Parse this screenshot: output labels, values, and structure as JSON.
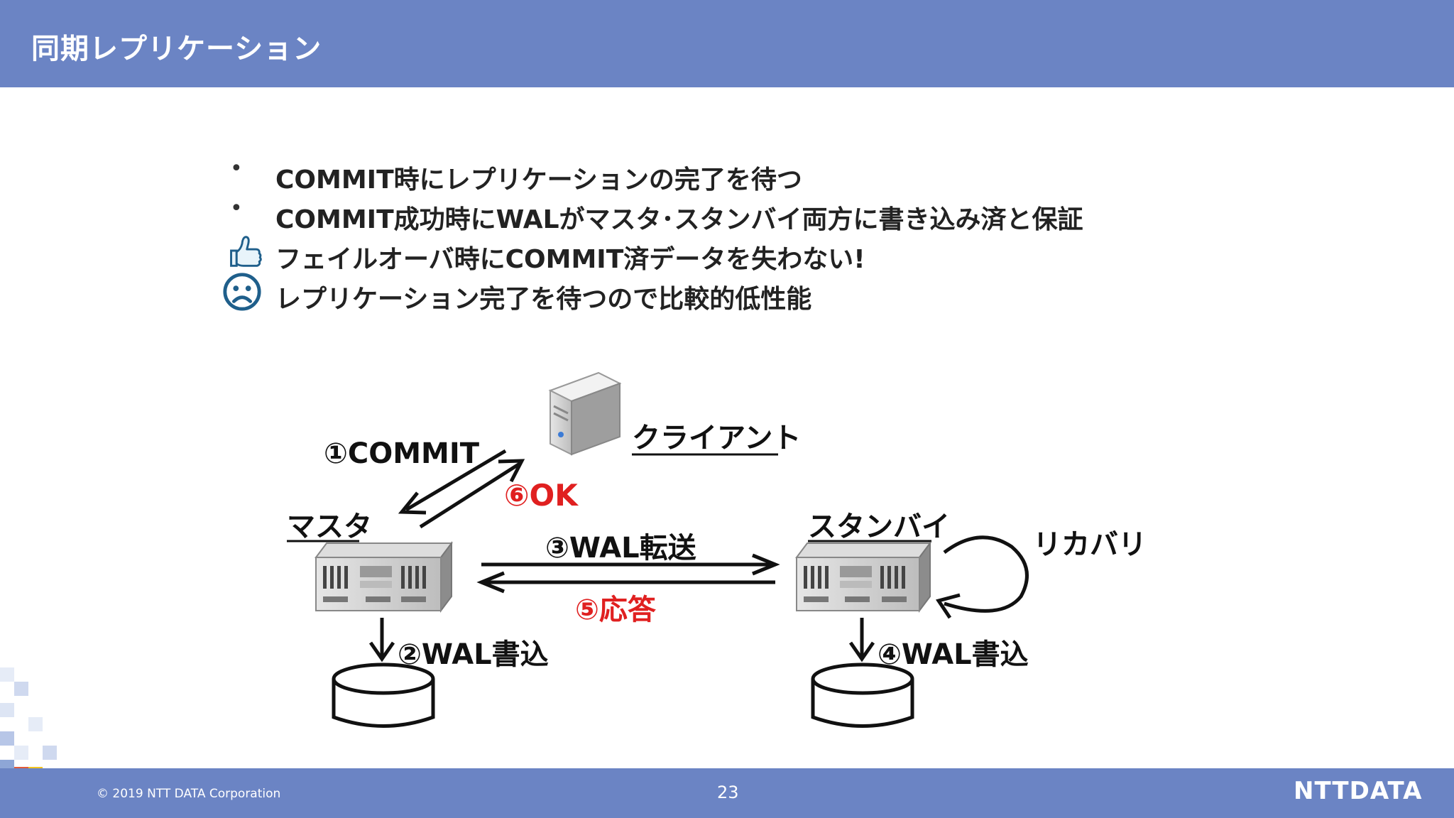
{
  "slide": {
    "title": "同期レプリケーション",
    "bullets": [
      "COMMIT時にレプリケーションの完了を待つ",
      "COMMIT成功時にWALがマスタ･スタンバイ両方に書き込み済と保証",
      "フェイルオーバ時にCOMMIT済データを失わない!",
      "レプリケーション完了を待つので比較的低性能"
    ],
    "bullet_icons": [
      "thumbs-up-icon",
      "sad-face-icon"
    ],
    "footer": {
      "copyright": "© 2019 NTT DATA Corporation",
      "page_number": "23",
      "logo_text": "NTTDATA"
    }
  },
  "diagram": {
    "labels": {
      "client": "クライアント",
      "master": "マスタ",
      "standby": "スタンバイ",
      "recovery": "リカバリ",
      "step1": "①COMMIT",
      "step2": "②WAL書込",
      "step3": "③WAL転送",
      "step4": "④WAL書込",
      "step5": "⑤応答",
      "step6": "⑥OK"
    }
  },
  "colors": {
    "header_bg": "#6b84c4",
    "accent_red": "#e02020",
    "icon_blue": "#1f5f8b",
    "text": "#222222"
  }
}
